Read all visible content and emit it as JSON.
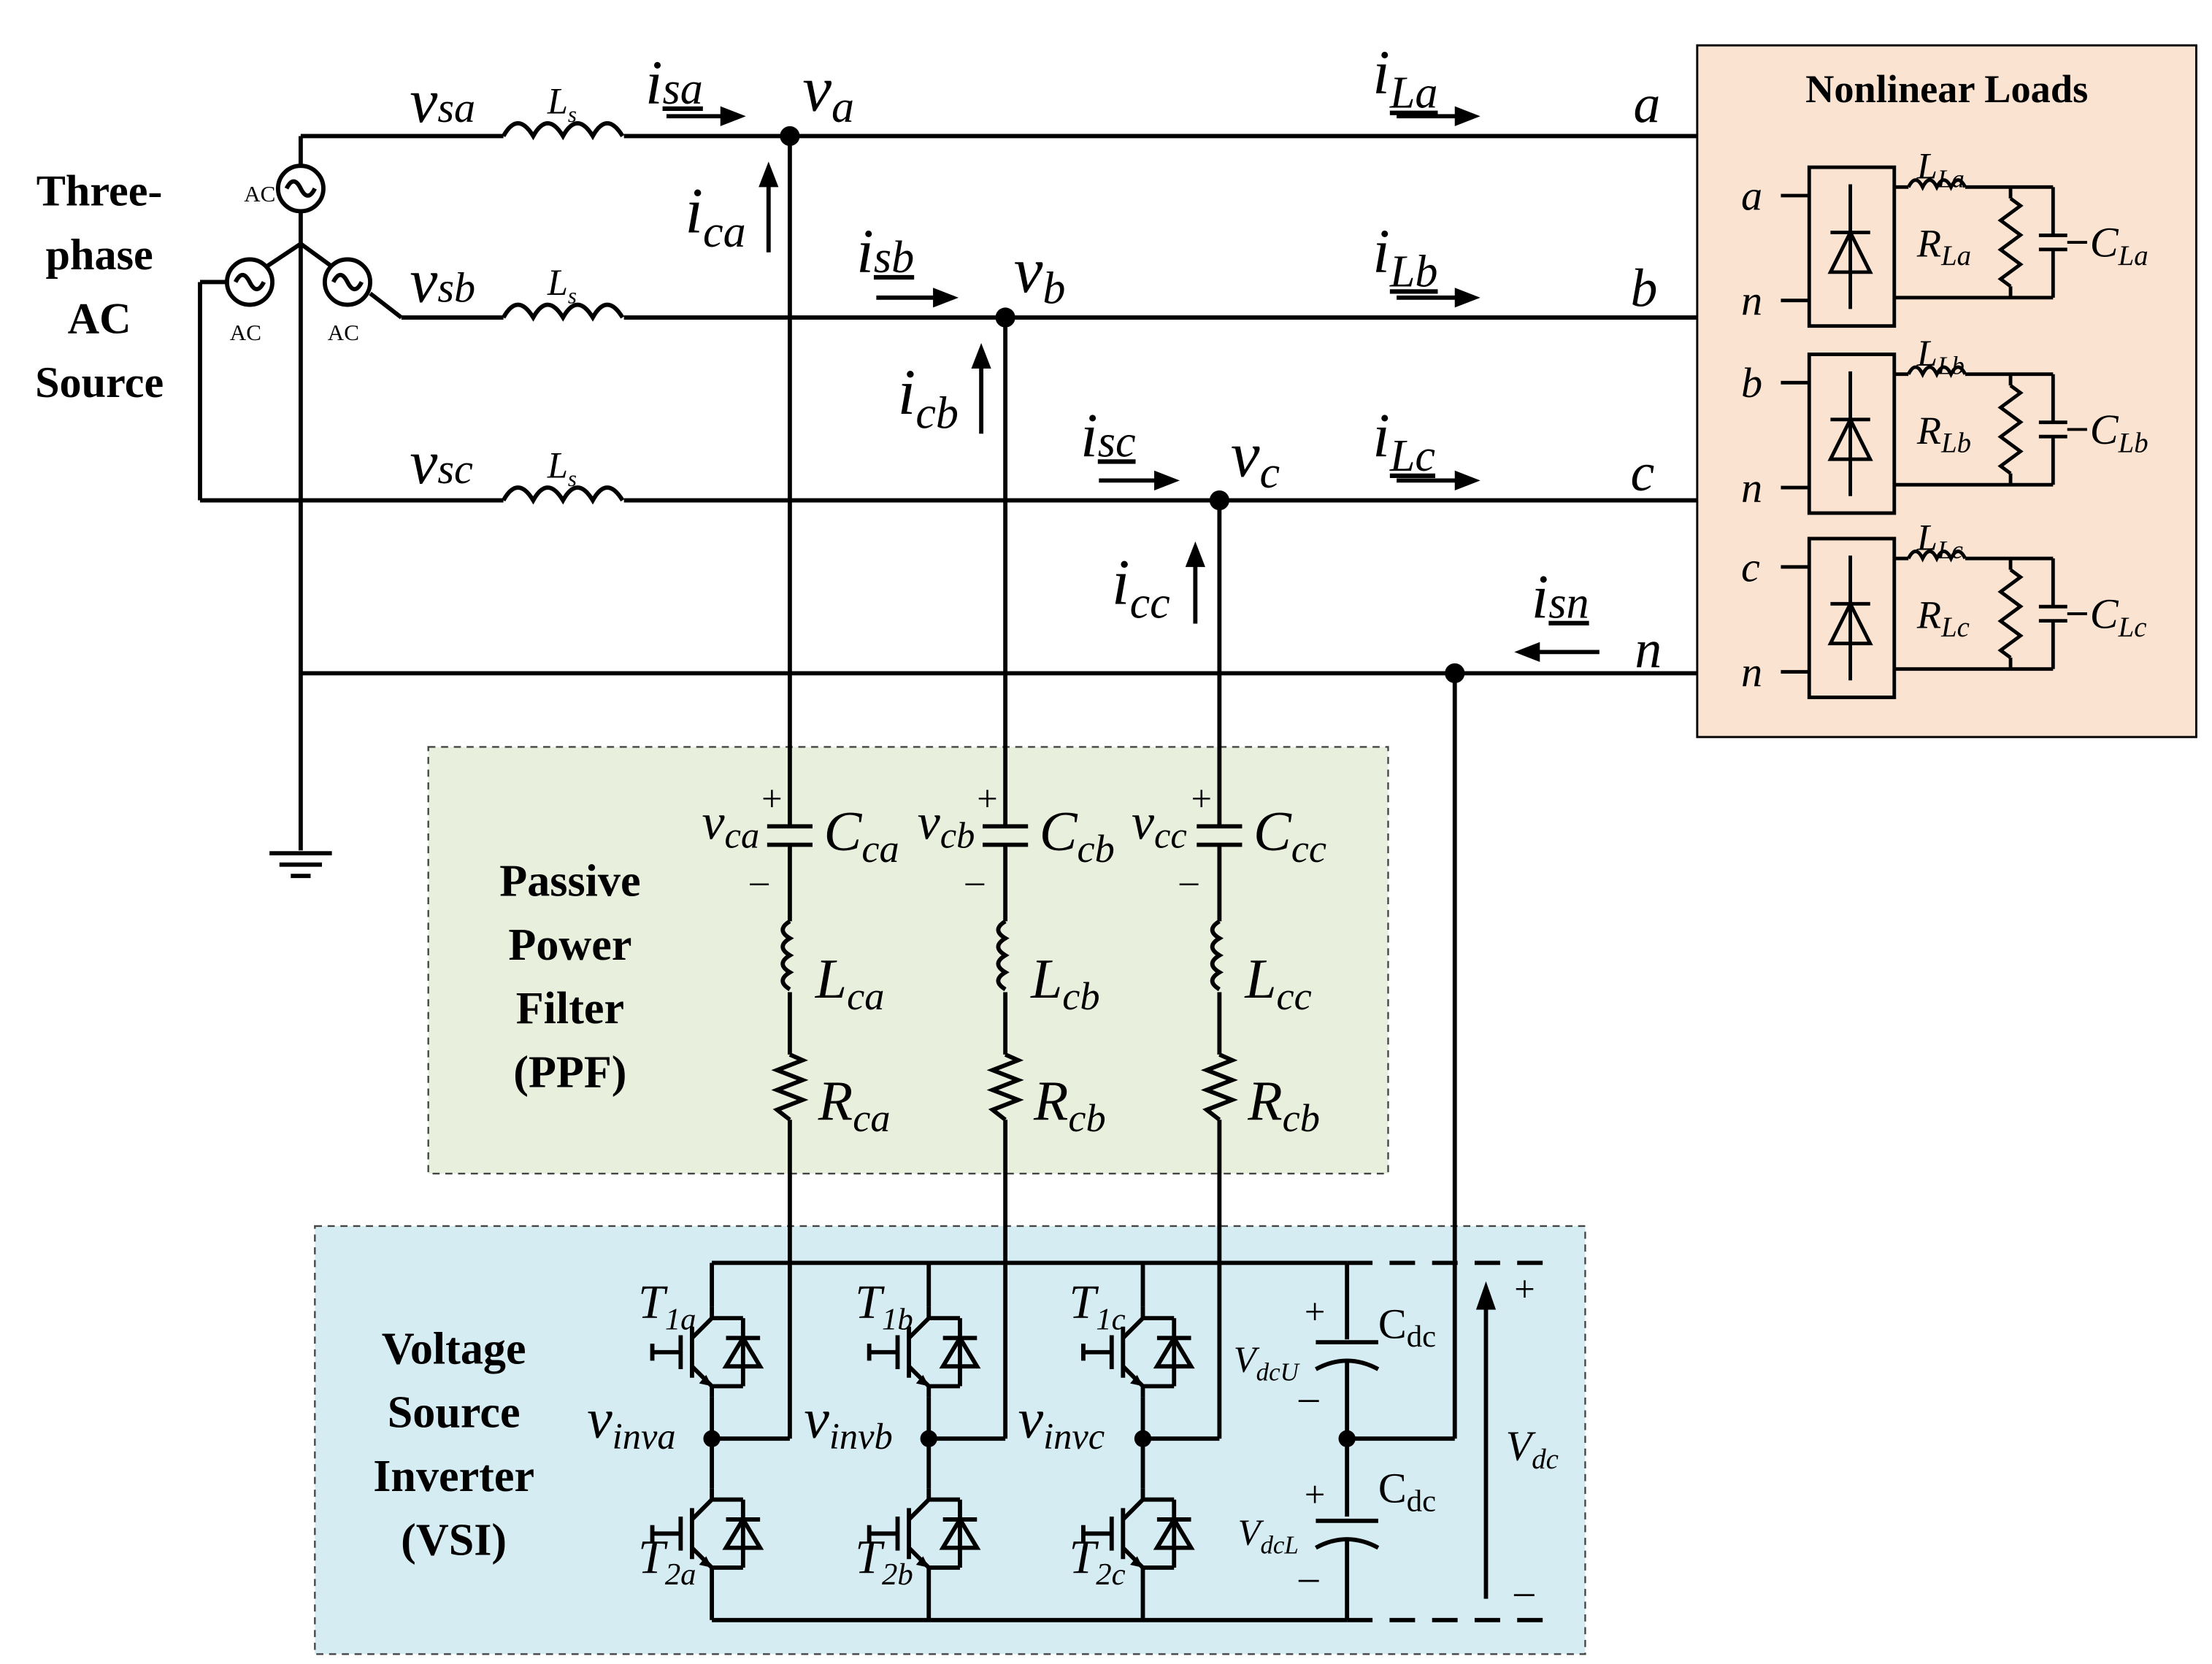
{
  "colors": {
    "ppf_fill": "#e8efdd",
    "vsi_fill": "#d6ecf3",
    "load_fill": "#fbe3d2",
    "line": "#000000"
  },
  "source": {
    "title_lines": [
      "Three-",
      "phase",
      "AC",
      "Source"
    ],
    "ac_labels": [
      "AC",
      "AC",
      "AC"
    ]
  },
  "phases": [
    {
      "id": "a",
      "vs": "v",
      "vs_sub": "sa",
      "is": "i",
      "is_sub": "sa",
      "node": "v",
      "node_sub": "a",
      "ic": "i",
      "ic_sub": "ca",
      "il": "i",
      "il_sub": "La",
      "end": "a",
      "ls": "L",
      "ls_sub": "s"
    },
    {
      "id": "b",
      "vs": "v",
      "vs_sub": "sb",
      "is": "i",
      "is_sub": "sb",
      "node": "v",
      "node_sub": "b",
      "ic": "i",
      "ic_sub": "cb",
      "il": "i",
      "il_sub": "Lb",
      "end": "b",
      "ls": "L",
      "ls_sub": "s"
    },
    {
      "id": "c",
      "vs": "v",
      "vs_sub": "sc",
      "is": "i",
      "is_sub": "sc",
      "node": "v",
      "node_sub": "c",
      "ic": "i",
      "ic_sub": "cc",
      "il": "i",
      "il_sub": "Lc",
      "end": "c",
      "ls": "L",
      "ls_sub": "s"
    }
  ],
  "neutral": {
    "current": "i",
    "current_sub": "sn",
    "end": "n"
  },
  "loads": {
    "title": "Nonlinear Loads",
    "units": [
      {
        "top": "a",
        "bot": "n",
        "L": "L",
        "L_sub": "La",
        "R": "R",
        "R_sub": "La",
        "C": "C",
        "C_sub": "La"
      },
      {
        "top": "b",
        "bot": "n",
        "L": "L",
        "L_sub": "Lb",
        "R": "R",
        "R_sub": "Lb",
        "C": "C",
        "C_sub": "Lb"
      },
      {
        "top": "c",
        "bot": "n",
        "L": "L",
        "L_sub": "Lc",
        "R": "R",
        "R_sub": "Lc",
        "C": "C",
        "C_sub": "Lc"
      }
    ]
  },
  "ppf": {
    "title_lines": [
      "Passive",
      "Power",
      "Filter",
      "(PPF)"
    ],
    "legs": [
      {
        "v": "v",
        "v_sub": "ca",
        "C": "C",
        "C_sub": "ca",
        "L": "L",
        "L_sub": "ca",
        "R": "R",
        "R_sub": "ca",
        "plus": "+",
        "minus": "–"
      },
      {
        "v": "v",
        "v_sub": "cb",
        "C": "C",
        "C_sub": "cb",
        "L": "L",
        "L_sub": "cb",
        "R": "R",
        "R_sub": "cb",
        "plus": "+",
        "minus": "–"
      },
      {
        "v": "v",
        "v_sub": "cc",
        "C": "C",
        "C_sub": "cc",
        "L": "L",
        "L_sub": "cc",
        "R": "R",
        "R_sub": "cb",
        "plus": "+",
        "minus": "–"
      }
    ]
  },
  "vsi": {
    "title_lines": [
      "Voltage",
      "Source",
      "Inverter",
      "(VSI)"
    ],
    "legs": [
      {
        "top": "T",
        "top_sub": "1a",
        "bot": "T",
        "bot_sub": "2a",
        "v": "v",
        "v_sub": "inva"
      },
      {
        "top": "T",
        "top_sub": "1b",
        "bot": "T",
        "bot_sub": "2b",
        "v": "v",
        "v_sub": "invb"
      },
      {
        "top": "T",
        "top_sub": "1c",
        "bot": "T",
        "bot_sub": "2c",
        "v": "v",
        "v_sub": "invc"
      }
    ],
    "cap_upper": {
      "v": "V",
      "v_sub": "dcU",
      "c": "C",
      "c_sub": "dc"
    },
    "cap_lower": {
      "v": "V",
      "v_sub": "dcL",
      "c": "C",
      "c_sub": "dc"
    },
    "vdc": {
      "v": "V",
      "v_sub": "dc",
      "plus": "+",
      "minus": "–"
    },
    "plus": "+",
    "minus": "–"
  }
}
